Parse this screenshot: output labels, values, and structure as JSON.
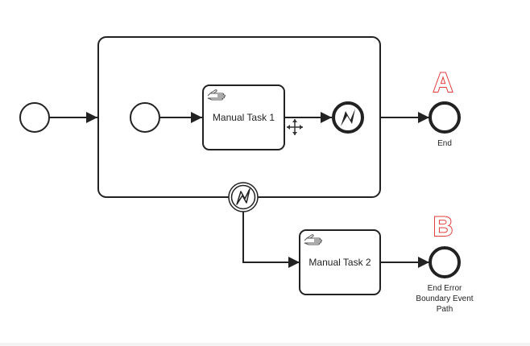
{
  "diagram": {
    "subprocess_label": "",
    "task1": {
      "label": "Manual Task 1",
      "icon": "hand-icon"
    },
    "task2": {
      "label": "Manual Task 2",
      "icon": "hand-icon"
    },
    "end_event": {
      "label": "End"
    },
    "error_end_event": {
      "label_lines": [
        "End Error",
        "Boundary Event",
        "Path"
      ]
    },
    "markers": {
      "a": "A",
      "b": "B"
    },
    "error_icon": "lightning-bolt-icon"
  },
  "colors": {
    "stroke": "#222222",
    "marker": "#e23b3b",
    "background": "#ffffff"
  }
}
